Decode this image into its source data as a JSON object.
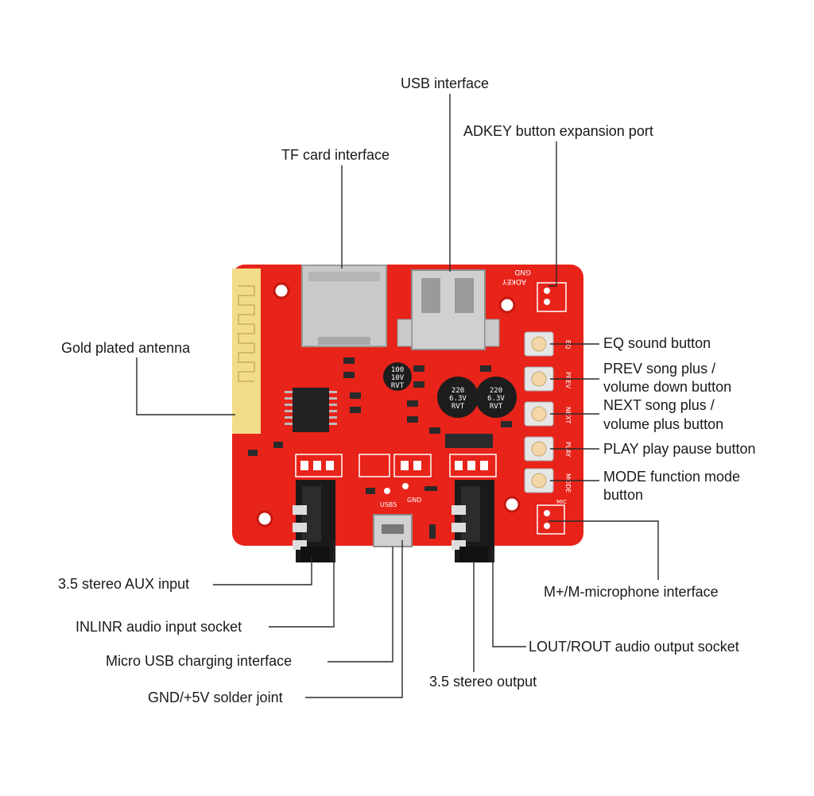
{
  "labels": {
    "usb_interface": "USB interface",
    "adkey_port": "ADKEY button expansion port",
    "tf_card": "TF card interface",
    "gold_antenna": "Gold plated antenna",
    "eq_button": "EQ sound button",
    "prev_button": [
      "PREV song plus /",
      "volume down button"
    ],
    "next_button": [
      "NEXT song plus /",
      "volume plus button"
    ],
    "play_button": "PLAY play pause button",
    "mode_button": [
      "MODE function mode",
      "button"
    ],
    "aux_input": "3.5 stereo AUX input",
    "inlinr_socket": "INLINR audio input socket",
    "micro_usb": "Micro USB charging interface",
    "gnd_5v": "GND/+5V solder joint",
    "mic_interface": "M+/M-microphone interface",
    "lout_rout": "LOUT/ROUT audio output socket",
    "stereo_output": "3.5 stereo output"
  },
  "board_text": {
    "adkey": "ADKEY",
    "gnd": "GND",
    "eq": "EQ",
    "prev": "PREV",
    "next": "NEXT",
    "play": "PLAY",
    "mode": "MODE",
    "mic": "MIC",
    "usb5v": "USB5",
    "gnd2": "GND",
    "cap_small": [
      "100",
      "10V",
      "RVT"
    ],
    "cap_a": [
      "220",
      "6.3V",
      "RVT"
    ],
    "cap_b": [
      "220",
      "6.3V",
      "RVT"
    ]
  },
  "colors": {
    "board": "#e8231a",
    "board_dark": "#c41810",
    "silkscreen": "#ffffff",
    "gold": "#f1dc8a",
    "metal": "#c9c9c9",
    "button_cap": "#f3d7a8"
  }
}
